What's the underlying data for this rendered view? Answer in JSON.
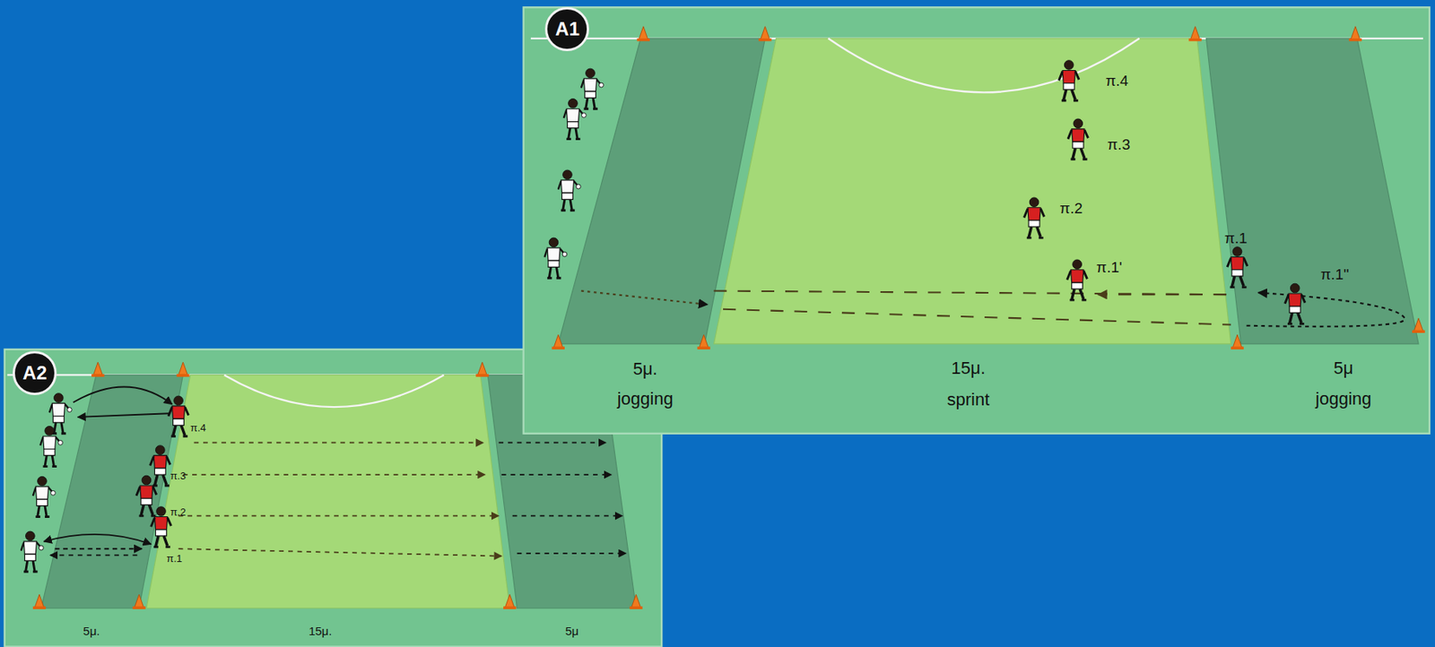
{
  "diagram": {
    "nodes": [
      {
        "text": [
          "A2"
        ]
      },
      {
        "text": [
          "A1"
        ]
      }
    ],
    "labels": [
      "π.4",
      "π.3",
      "π.2",
      "π.1'",
      "π.1",
      "π.1''",
      "5μ.",
      "jogging",
      "15μ.",
      "sprint",
      "5μ",
      "jogging",
      "π.4",
      "π.3",
      "π.2",
      "π.1",
      "5μ.",
      "15μ.",
      "5μ"
    ]
  }
}
